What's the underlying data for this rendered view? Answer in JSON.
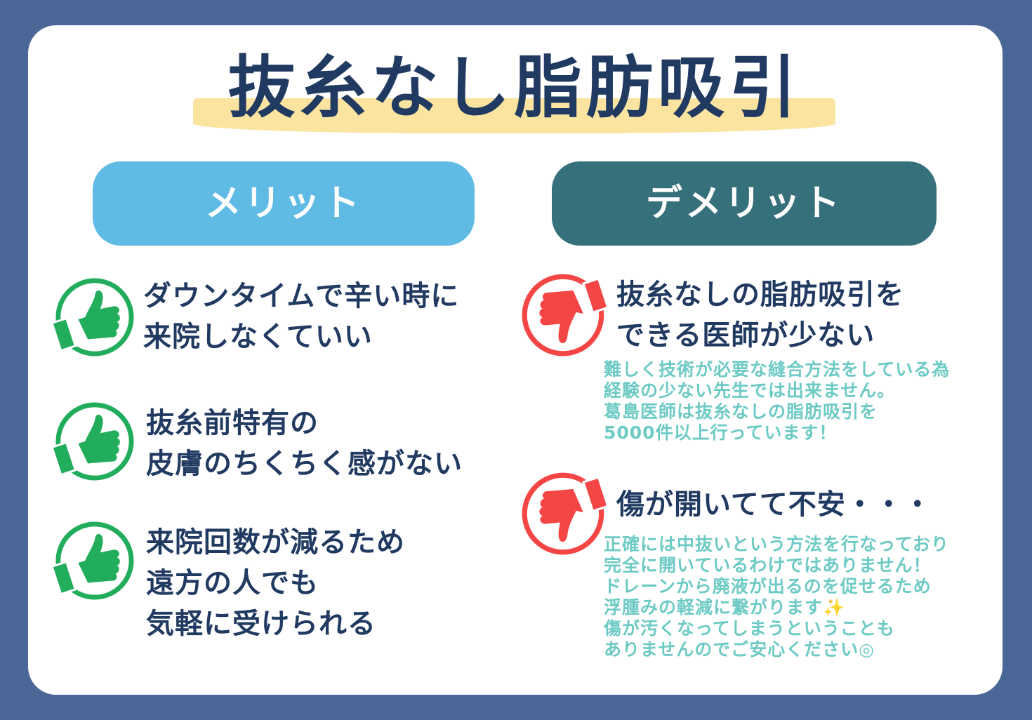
{
  "title": "抜糸なし脂肪吸引",
  "colors": {
    "background": "#4b6797",
    "card": "#ffffff",
    "title_text": "#213a61",
    "title_highlight": "#fbe4a0",
    "merit_pill": "#60bbe4",
    "demerit_pill": "#36707b",
    "merit_icon": "#22ad5c",
    "demerit_icon": "#f54646",
    "note_text": "#6dcac4"
  },
  "merit": {
    "label": "メリット",
    "icon": "thumbs-up-icon",
    "items": [
      {
        "text": "ダウンタイムで辛い時に\n来院しなくていい"
      },
      {
        "text": "抜糸前特有の\n皮膚のちくちく感がない"
      },
      {
        "text": "来院回数が減るため\n遠方の人でも\n気軽に受けられる"
      }
    ]
  },
  "demerit": {
    "label": "デメリット",
    "icon": "thumbs-down-icon",
    "items": [
      {
        "text": "抜糸なしの脂肪吸引を\nできる医師が少ない",
        "note": "難しく技術が必要な縫合方法をしている為\n経験の少ない先生では出来ません。\n葛島医師は抜糸なしの脂肪吸引を\n5000件以上行っています！"
      },
      {
        "text": "傷が開いてて不安・・・",
        "note": "正確には中抜いという方法を行なっており\n完全に開いているわけではありません！\nドレーンから廃液が出るのを促せるため\n浮腫みの軽減に繋がります✨\n傷が汚くなってしまうということも\nありませんのでご安心ください◎"
      }
    ]
  }
}
